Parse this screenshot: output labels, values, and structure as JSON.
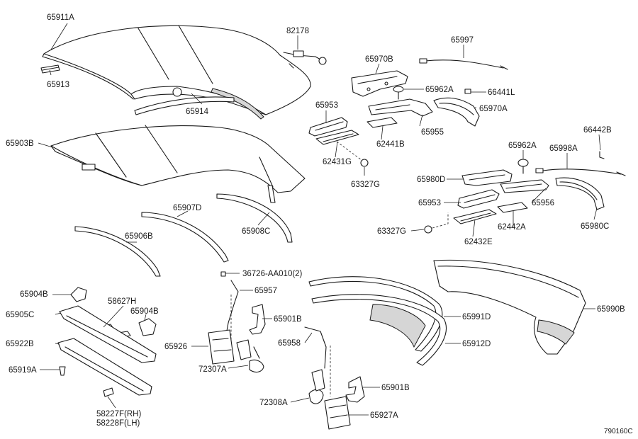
{
  "diagram_id": "790160C",
  "labels": {
    "p65911A": "65911A",
    "p65913": "65913",
    "p65914": "65914",
    "p82178": "82178",
    "p65997": "65997",
    "p65970B": "65970B",
    "p65962A_1": "65962A",
    "p66441L": "66441L",
    "p65970A": "65970A",
    "p65953_1": "65953",
    "p65955": "65955",
    "p62441B": "62441B",
    "p62431G": "62431G",
    "p63327G_1": "63327G",
    "p65903B": "65903B",
    "p66442B": "66442B",
    "p65962A_2": "65962A",
    "p65998A": "65998A",
    "p65980D": "65980D",
    "p65953_2": "65953",
    "p65956": "65956",
    "p62442A": "62442A",
    "p63327G_2": "63327G",
    "p62432E": "62432E",
    "p65980C": "65980C",
    "p65907D": "65907D",
    "p65908C": "65908C",
    "p65906B": "65906B",
    "p36726": "36726-AA010(2)",
    "p65957": "65957",
    "p65901B_1": "65901B",
    "p65926": "65926",
    "p72307A": "72307A",
    "p65904B_1": "65904B",
    "p58627H": "58627H",
    "p65905C": "65905C",
    "p65904B_2": "65904B",
    "p65922B": "65922B",
    "p65919A": "65919A",
    "p58227F": "58227F(RH)",
    "p58228F": "58228F(LH)",
    "p65958": "65958",
    "p72308A": "72308A",
    "p65901B_2": "65901B",
    "p65927A": "65927A",
    "p65991D": "65991D",
    "p65912D": "65912D",
    "p65990B": "65990B",
    "ref_code": "790160C"
  }
}
